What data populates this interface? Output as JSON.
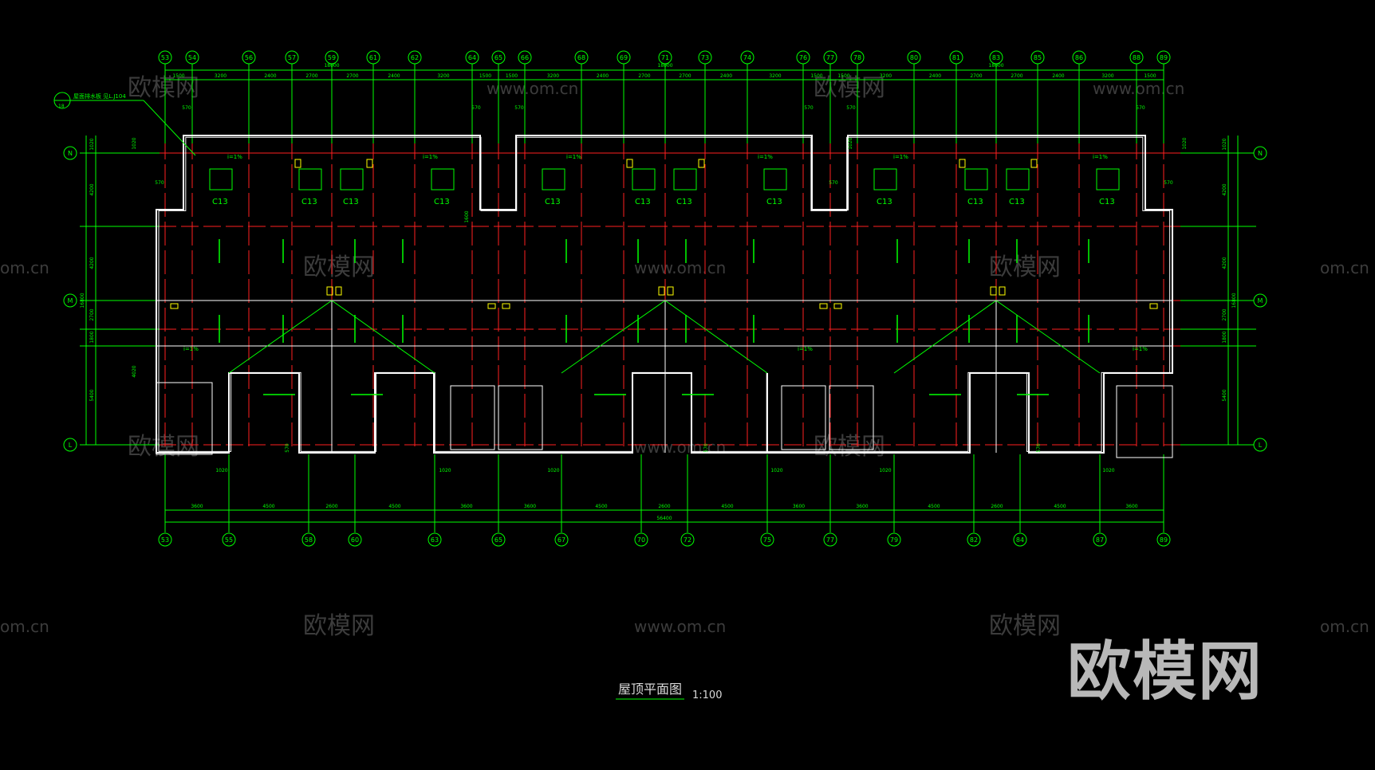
{
  "drawing": {
    "title": "屋顶平面图",
    "scale": "1:100",
    "logo": "欧模网",
    "watermark_cn": "欧模网",
    "watermark_url": "www.om.cn",
    "watermark_partial": "om.cn"
  },
  "axes_top": [
    "53",
    "54",
    "56",
    "57",
    "59",
    "61",
    "62",
    "64",
    "65",
    "66",
    "68",
    "69",
    "71",
    "73",
    "74",
    "76",
    "77",
    "78",
    "80",
    "81",
    "83",
    "85",
    "86",
    "88",
    "89"
  ],
  "axes_bottom": [
    "53",
    "55",
    "58",
    "60",
    "63",
    "65",
    "67",
    "70",
    "72",
    "75",
    "77",
    "79",
    "82",
    "84",
    "87",
    "89"
  ],
  "axes_left": [
    "N",
    "M",
    "L"
  ],
  "top_dims": [
    "1500",
    "3200",
    "2400",
    "2700",
    "2700",
    "2400",
    "3200",
    "1500",
    "1500",
    "3200",
    "2400",
    "2700",
    "2700",
    "2400",
    "3200",
    "1500",
    "1500",
    "3200",
    "2400",
    "2700",
    "2700",
    "2400",
    "3200",
    "1500"
  ],
  "top_overall": [
    "18000",
    "18000",
    "18000"
  ],
  "bottom_dims": [
    "3600",
    "4500",
    "2600",
    "4500",
    "3600",
    "3600",
    "4500",
    "2600",
    "4500",
    "3600",
    "3600",
    "4500",
    "2600",
    "4500",
    "3600"
  ],
  "bottom_overall": "56400",
  "left_dims": [
    "1020",
    "4200",
    "4200",
    "2700",
    "1800",
    "5400"
  ],
  "left_overall": "16800",
  "right_dims": [
    "1020",
    "4200",
    "4200",
    "2700",
    "1800",
    "5400"
  ],
  "right_overall": "16800",
  "small_dims": {
    "d570": "570",
    "d1020": "1020",
    "d4020": "4020",
    "d1600": "1600",
    "d570b": "570"
  },
  "window_label": "C13",
  "slope_label": "i=1%",
  "note": "屋面排水板 见L.J104",
  "note_tag": "18"
}
